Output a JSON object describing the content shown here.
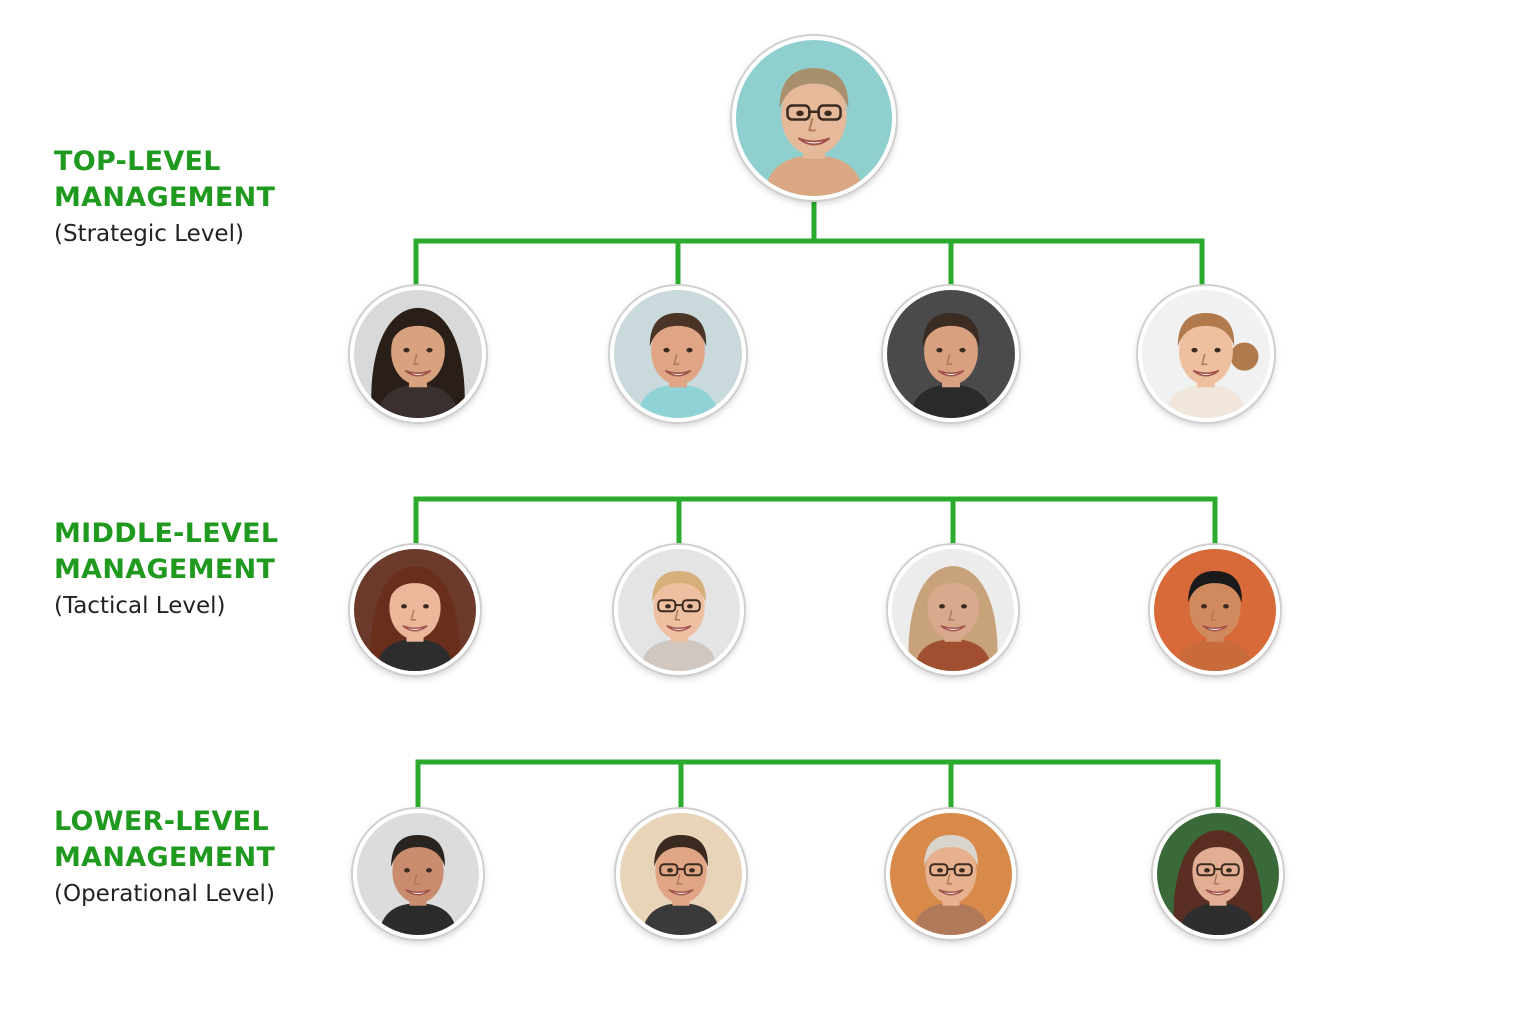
{
  "colors": {
    "accent": "#1f9a1f",
    "connector": "#2bab2b",
    "text": "#222222"
  },
  "levels": [
    {
      "title_line1": "TOP-LEVEL",
      "title_line2": "MANAGEMENT",
      "subtitle": "(Strategic Level)"
    },
    {
      "title_line1": "MIDDLE-LEVEL",
      "title_line2": "MANAGEMENT",
      "subtitle": "(Tactical Level)"
    },
    {
      "title_line1": "LOWER-LEVEL",
      "title_line2": "MANAGEMENT",
      "subtitle": "(Operational Level)"
    }
  ],
  "people": [
    {
      "id": "head",
      "icon": "person-photo-icon",
      "bg": "#8fd0cf",
      "skin": "#e6b99a",
      "hair": "#a9906c",
      "shirt": "#d9a882",
      "glasses": true,
      "hair_style": "short"
    },
    {
      "id": "r1-1",
      "icon": "person-photo-icon",
      "bg": "#d9d9d9",
      "skin": "#d9a27e",
      "hair": "#2a1e18",
      "shirt": "#3a3030",
      "glasses": false,
      "hair_style": "long"
    },
    {
      "id": "r1-2",
      "icon": "person-photo-icon",
      "bg": "#c9d9dc",
      "skin": "#e0a585",
      "hair": "#4a3425",
      "shirt": "#8fd3d6",
      "glasses": false,
      "hair_style": "short"
    },
    {
      "id": "r1-3",
      "icon": "person-photo-icon",
      "bg": "#4a4a4a",
      "skin": "#d9a080",
      "hair": "#3a2c22",
      "shirt": "#2a2a2a",
      "glasses": false,
      "hair_style": "short"
    },
    {
      "id": "r1-4",
      "icon": "person-photo-icon",
      "bg": "#f1f1f1",
      "skin": "#efc0a0",
      "hair": "#b07a4c",
      "shirt": "#f0e6dc",
      "glasses": false,
      "hair_style": "bun"
    },
    {
      "id": "r2-1",
      "icon": "person-photo-icon",
      "bg": "#6b3a2a",
      "skin": "#eab79b",
      "hair": "#6a2e1c",
      "shirt": "#2d2d2d",
      "glasses": false,
      "hair_style": "long"
    },
    {
      "id": "r2-2",
      "icon": "person-photo-icon",
      "bg": "#e4e4e4",
      "skin": "#efbfa1",
      "hair": "#d6b07a",
      "shirt": "#d0c7c0",
      "glasses": true,
      "hair_style": "short"
    },
    {
      "id": "r2-3",
      "icon": "person-photo-icon",
      "bg": "#ececec",
      "skin": "#d9a98d",
      "hair": "#c8a27a",
      "shirt": "#a05030",
      "glasses": false,
      "hair_style": "long"
    },
    {
      "id": "r2-4",
      "icon": "person-photo-icon",
      "bg": "#d86a3a",
      "skin": "#d08a5e",
      "hair": "#1a1a1a",
      "shirt": "#c86a3a",
      "glasses": false,
      "hair_style": "short"
    },
    {
      "id": "r3-1",
      "icon": "person-photo-icon",
      "bg": "#dcdcdc",
      "skin": "#c98c6e",
      "hair": "#2a2420",
      "shirt": "#2b2b2b",
      "glasses": false,
      "hair_style": "short"
    },
    {
      "id": "r3-2",
      "icon": "person-photo-icon",
      "bg": "#e8d4b8",
      "skin": "#e0a584",
      "hair": "#3a2a20",
      "shirt": "#3a3a3a",
      "glasses": true,
      "hair_style": "short"
    },
    {
      "id": "r3-3",
      "icon": "person-photo-icon",
      "bg": "#d88a4a",
      "skin": "#e7b18f",
      "hair": "#d9d4cc",
      "shirt": "#b07a5a",
      "glasses": true,
      "hair_style": "short"
    },
    {
      "id": "r3-4",
      "icon": "person-photo-icon",
      "bg": "#3a6a3a",
      "skin": "#e2ae93",
      "hair": "#5a2e22",
      "shirt": "#2e2e2e",
      "glasses": true,
      "hair_style": "long"
    }
  ]
}
